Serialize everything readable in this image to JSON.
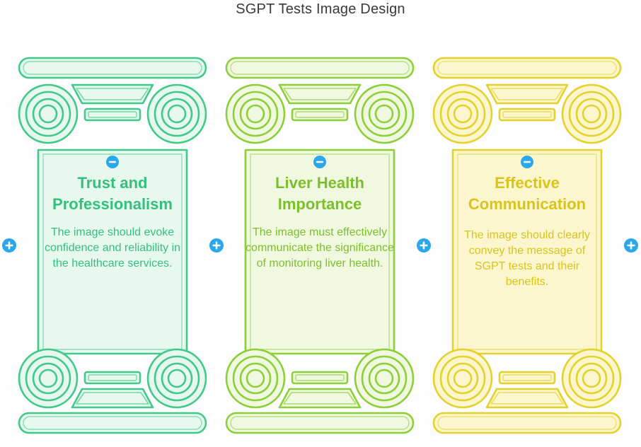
{
  "title": "SGPT Tests Image Design",
  "pillars": [
    {
      "heading": "Trust and Professionalism",
      "description": "The image should evoke confidence and reliability in the healthcare services.",
      "stroke": "#42c98a",
      "fill": "#e7f9ef",
      "text_color": "#34bf7e"
    },
    {
      "heading": "Liver Health Importance",
      "description": "The image must effectively communicate the significance of monitoring liver health.",
      "stroke": "#8ccf3a",
      "fill": "#f0f9df",
      "text_color": "#7cbf2c"
    },
    {
      "heading": "Effective Communication",
      "description": "The image should clearly convey the message of SGPT tests and their benefits.",
      "stroke": "#e4d22c",
      "fill": "#fcf6cf",
      "text_color": "#d8c41a"
    }
  ],
  "icons": {
    "collapse": "minus-circle-icon",
    "expand": "plus-circle-icon",
    "button_color": "#2ba8ec"
  }
}
